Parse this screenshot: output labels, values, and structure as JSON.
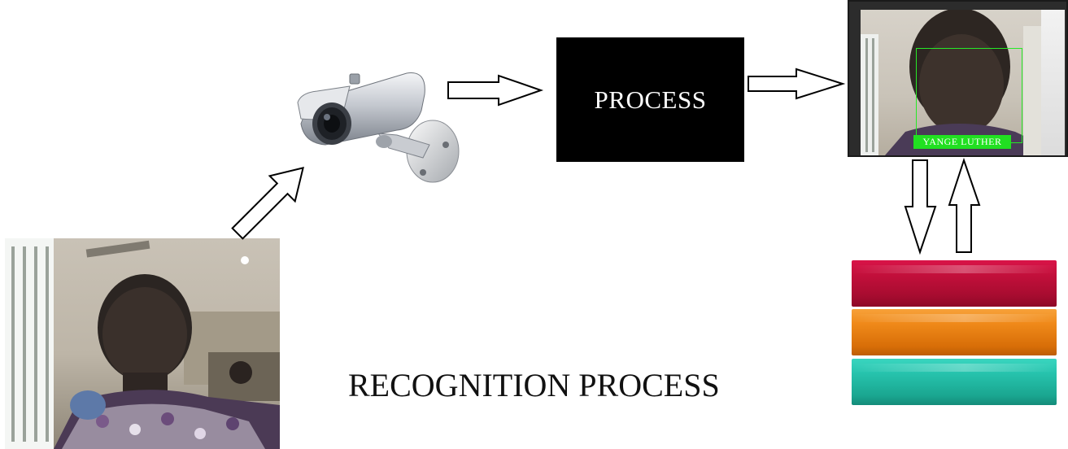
{
  "diagram": {
    "process_label": "PROCESS",
    "recognized_name": "YANGE  LUTHER",
    "caption": "RECOGNITION PROCESS",
    "nodes": [
      {
        "id": "person-photo",
        "icon": "person-photo"
      },
      {
        "id": "camera",
        "icon": "cctv-camera-icon"
      },
      {
        "id": "process",
        "label_ref": "process_label"
      },
      {
        "id": "monitor",
        "icon": "face-recognition-screen"
      },
      {
        "id": "database",
        "icon": "database-stack-icon"
      }
    ],
    "edges": [
      {
        "from": "person-photo",
        "to": "camera"
      },
      {
        "from": "camera",
        "to": "process"
      },
      {
        "from": "process",
        "to": "monitor"
      },
      {
        "from": "monitor",
        "to": "database"
      },
      {
        "from": "database",
        "to": "monitor"
      }
    ]
  },
  "colors": {
    "face_box": "#27e827",
    "name_tag": "#21e021",
    "process_box": "#000000",
    "db_red": "#c7103d",
    "db_orange": "#f08a1a",
    "db_teal": "#27c4ae"
  }
}
